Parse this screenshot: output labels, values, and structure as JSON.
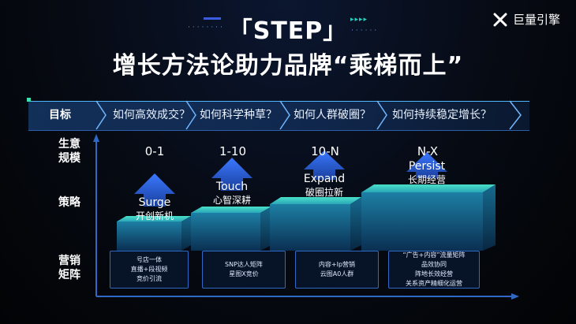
{
  "brand": {
    "name": "巨量引擎",
    "icon": "brand-logo-icon"
  },
  "title": {
    "line1": "「STEP」",
    "line2": "增长方法论助力品牌“乘梯而上”"
  },
  "goals": {
    "label": "目标",
    "items": [
      "如何高效成交？",
      "如何科学种草？",
      "如何人群破圈？",
      "如何持续稳定增长？"
    ]
  },
  "rows": {
    "scale": "生意\n规模",
    "strategy": "策略",
    "matrix": "营销\n矩阵"
  },
  "stages": [
    {
      "scale": "0-1",
      "en": "Surge",
      "cn": "开创新机",
      "tactics": [
        "号店一体",
        "直播+段视频",
        "竞价引流"
      ]
    },
    {
      "scale": "1-10",
      "en": "Touch",
      "cn": "心智深耕",
      "tactics": [
        "SNP达人矩阵",
        "星图X竞价"
      ]
    },
    {
      "scale": "10-N",
      "en": "Expand",
      "cn": "破圈拉新",
      "tactics": [
        "内容+Ip营销",
        "云图A0人群"
      ]
    },
    {
      "scale": "N-X",
      "en": "Persist",
      "cn": "长期经营",
      "tactics": [
        "“广告+内容”流量矩阵",
        "品效协同",
        "阵地长效经营",
        "关系资产精细化运营"
      ]
    }
  ],
  "colors": {
    "accent": "#2f8cff",
    "cube_top": "#3fd0c8",
    "cube_side": "#1c7f9e",
    "arrow": "#2d63d6"
  }
}
